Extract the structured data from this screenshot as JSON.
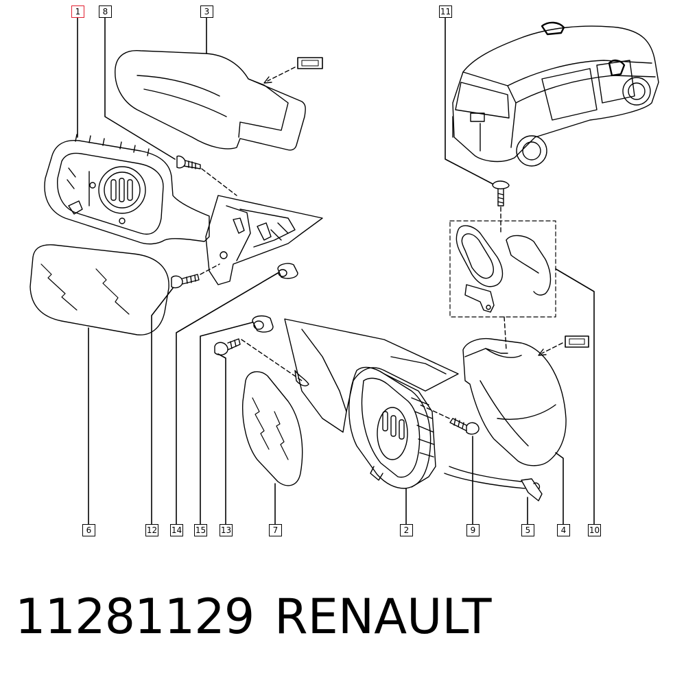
{
  "callouts": {
    "c1": "1",
    "c2": "2",
    "c3": "3",
    "c4": "4",
    "c5": "5",
    "c6": "6",
    "c7": "7",
    "c8": "8",
    "c9": "9",
    "c10": "10",
    "c11": "11",
    "c12": "12",
    "c13": "13",
    "c14": "14",
    "c15": "15"
  },
  "highlighted_callout": "1",
  "footer": {
    "part_number": "11281129",
    "brand": "RENAULT"
  },
  "colors": {
    "line": "#000000",
    "highlight": "#e11d2e",
    "background": "#ffffff"
  }
}
